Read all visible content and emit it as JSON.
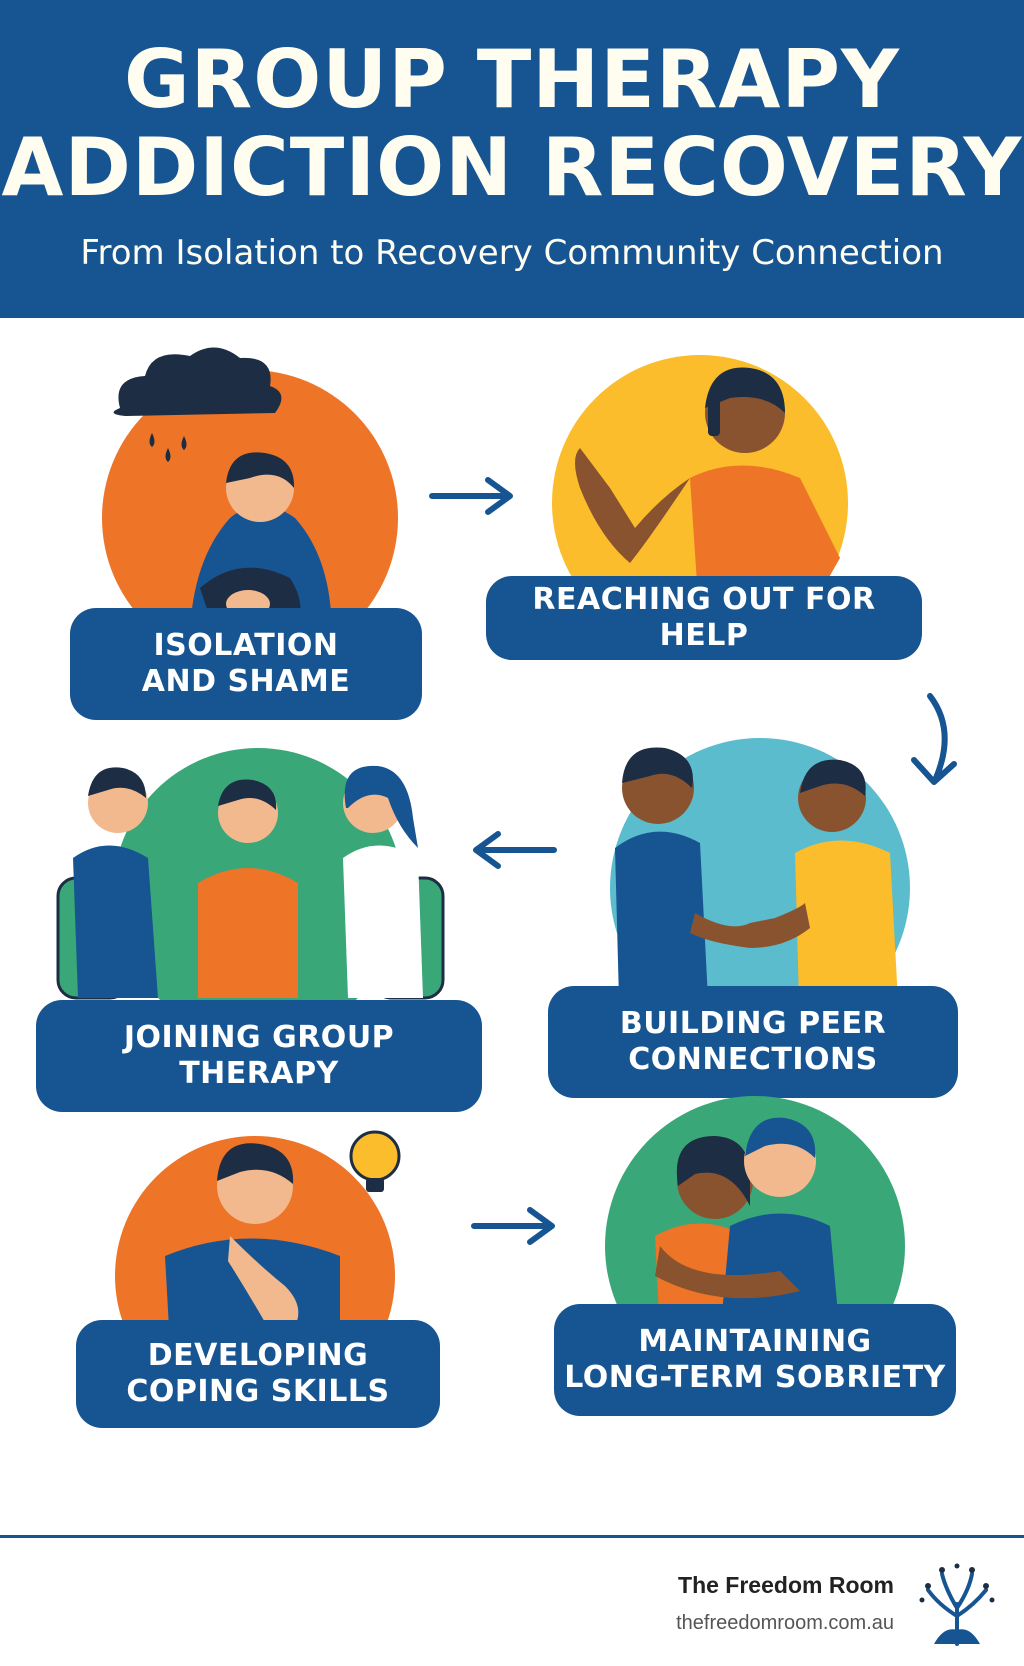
{
  "header": {
    "title_line1": "GROUP THERAPY",
    "title_line2": "ADDICTION RECOVERY",
    "subtitle": "From Isolation to Recovery Community Connection"
  },
  "steps": [
    {
      "label": "ISOLATION\nAND SHAME",
      "circle_color": "#ee7427"
    },
    {
      "label": "REACHING OUT FOR HELP",
      "circle_color": "#fbbd2b"
    },
    {
      "label": "BUILDING PEER\nCONNECTIONS",
      "circle_color": "#5bbccd"
    },
    {
      "label": "JOINING GROUP\nTHERAPY",
      "circle_color": "#3aa779"
    },
    {
      "label": "DEVELOPING\nCOPING SKILLS",
      "circle_color": "#ee7427"
    },
    {
      "label": "MAINTAINING\nLONG-TERM SOBRIETY",
      "circle_color": "#3aa779"
    }
  ],
  "footer": {
    "brand_name": "The Freedom Room",
    "brand_url": "thefreedomroom.com.au"
  },
  "colors": {
    "navy": "#175592",
    "orange": "#ee7427",
    "yellow": "#fbbd2b",
    "teal": "#5bbccd",
    "green": "#3aa779"
  }
}
